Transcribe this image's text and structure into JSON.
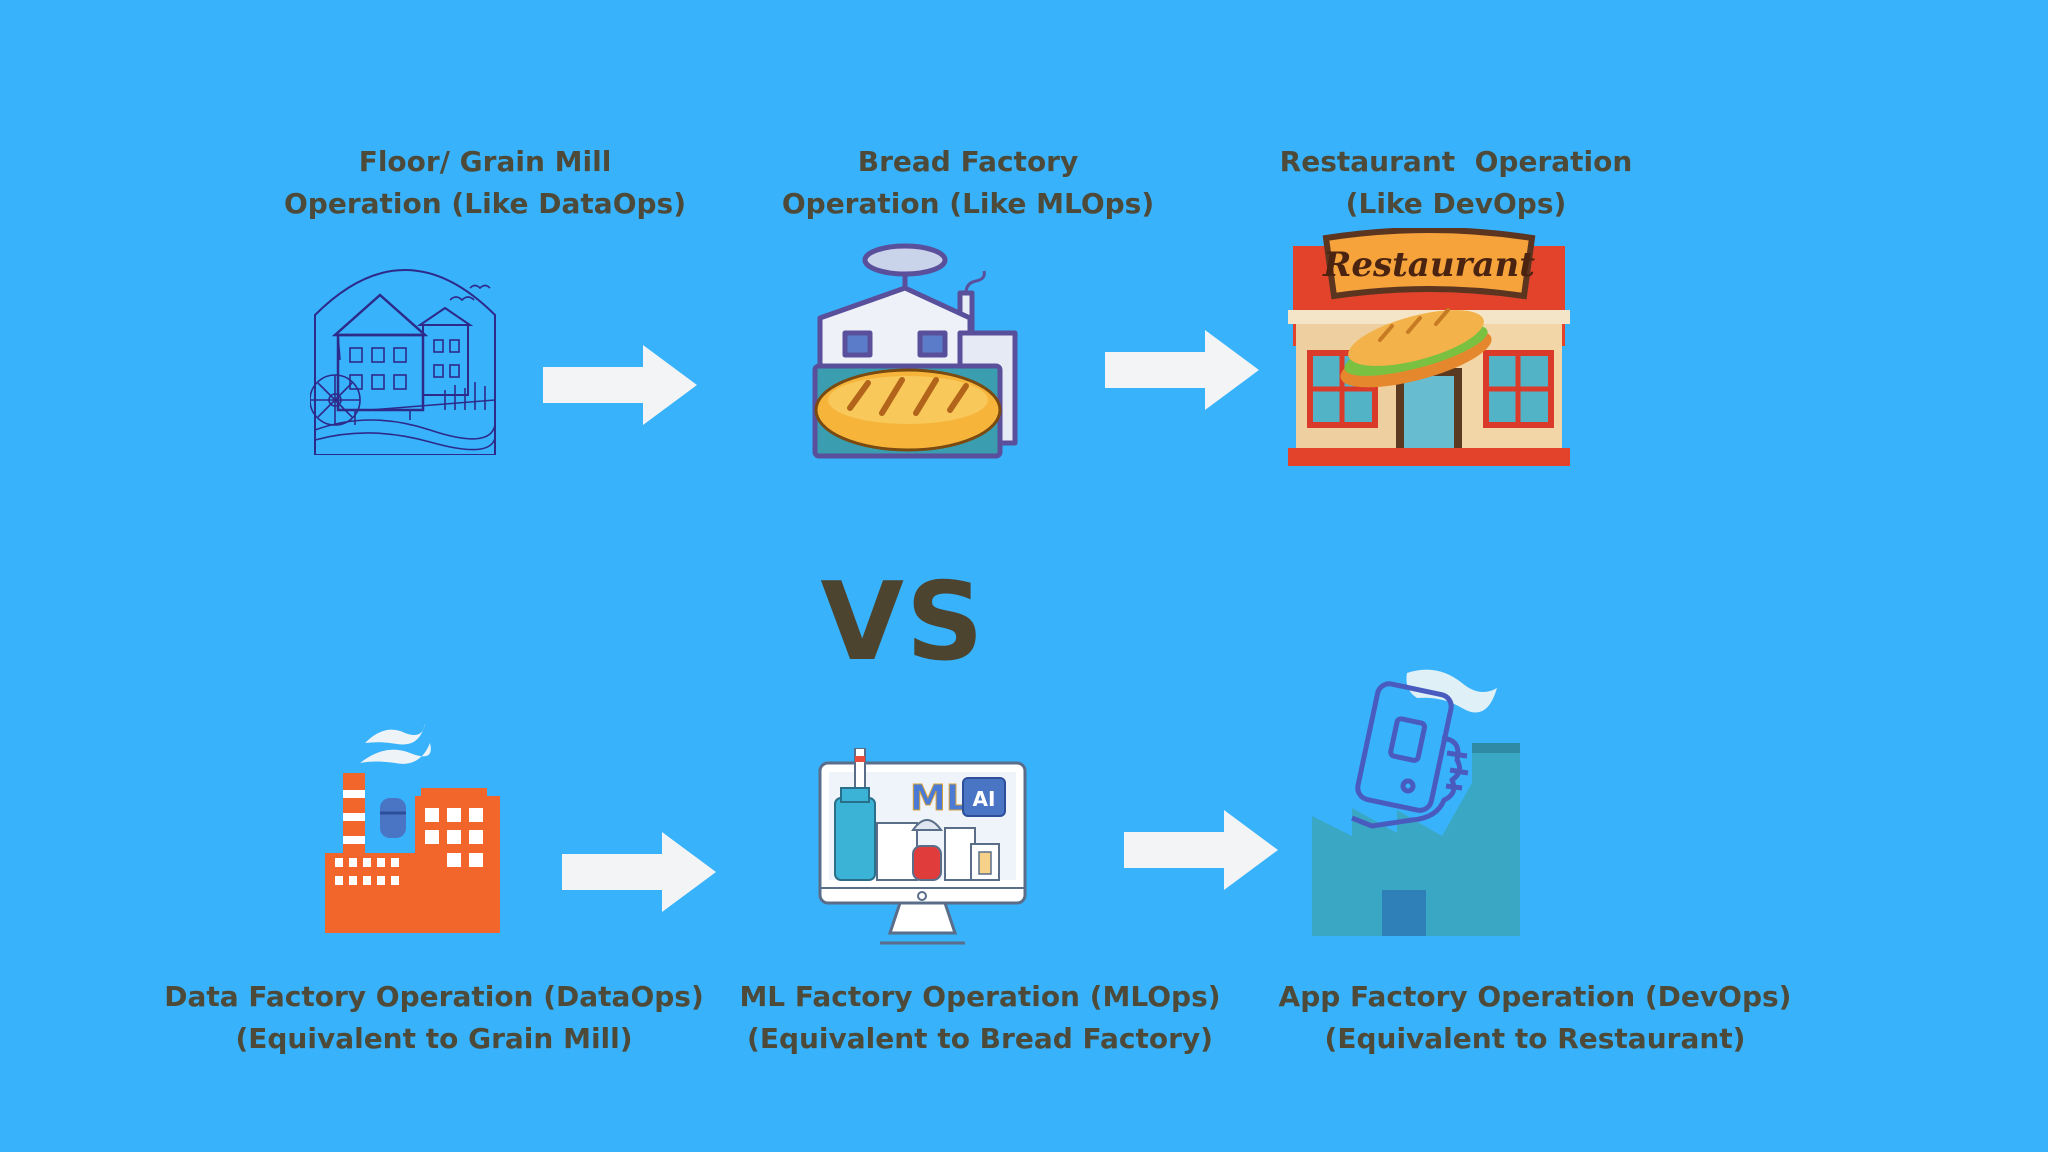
{
  "top_row": {
    "mill": {
      "line1": "Floor/ Grain Mill",
      "line2": "Operation (Like DataOps)",
      "icon": "water-mill-icon"
    },
    "bread": {
      "line1": "Bread Factory",
      "line2": "Operation (Like MLOps)",
      "icon": "bread-factory-icon"
    },
    "restaurant": {
      "line1": "Restaurant  Operation",
      "line2": "(Like DevOps)",
      "icon": "restaurant-icon",
      "sign": "Restaurant"
    }
  },
  "vs_text": "VS",
  "bottom_row": {
    "data": {
      "line1": "Data Factory Operation (DataOps)",
      "line2": "(Equivalent to Grain Mill)",
      "icon": "data-factory-icon"
    },
    "ml": {
      "line1": "ML Factory Operation (MLOps)",
      "line2": "(Equivalent to Bread Factory)",
      "icon": "ml-factory-icon",
      "ml_text": "ML",
      "ai_text": "AI"
    },
    "app": {
      "line1": "App Factory Operation (DevOps)",
      "line2": "(Equivalent to Restaurant)",
      "icon": "app-factory-icon"
    }
  },
  "colors": {
    "background": "#38b2fb",
    "label_text": "#4e4a3a",
    "arrow": "#f2f4f5",
    "factory_orange": "#f2652b",
    "app_teal": "#3aa8c4"
  }
}
